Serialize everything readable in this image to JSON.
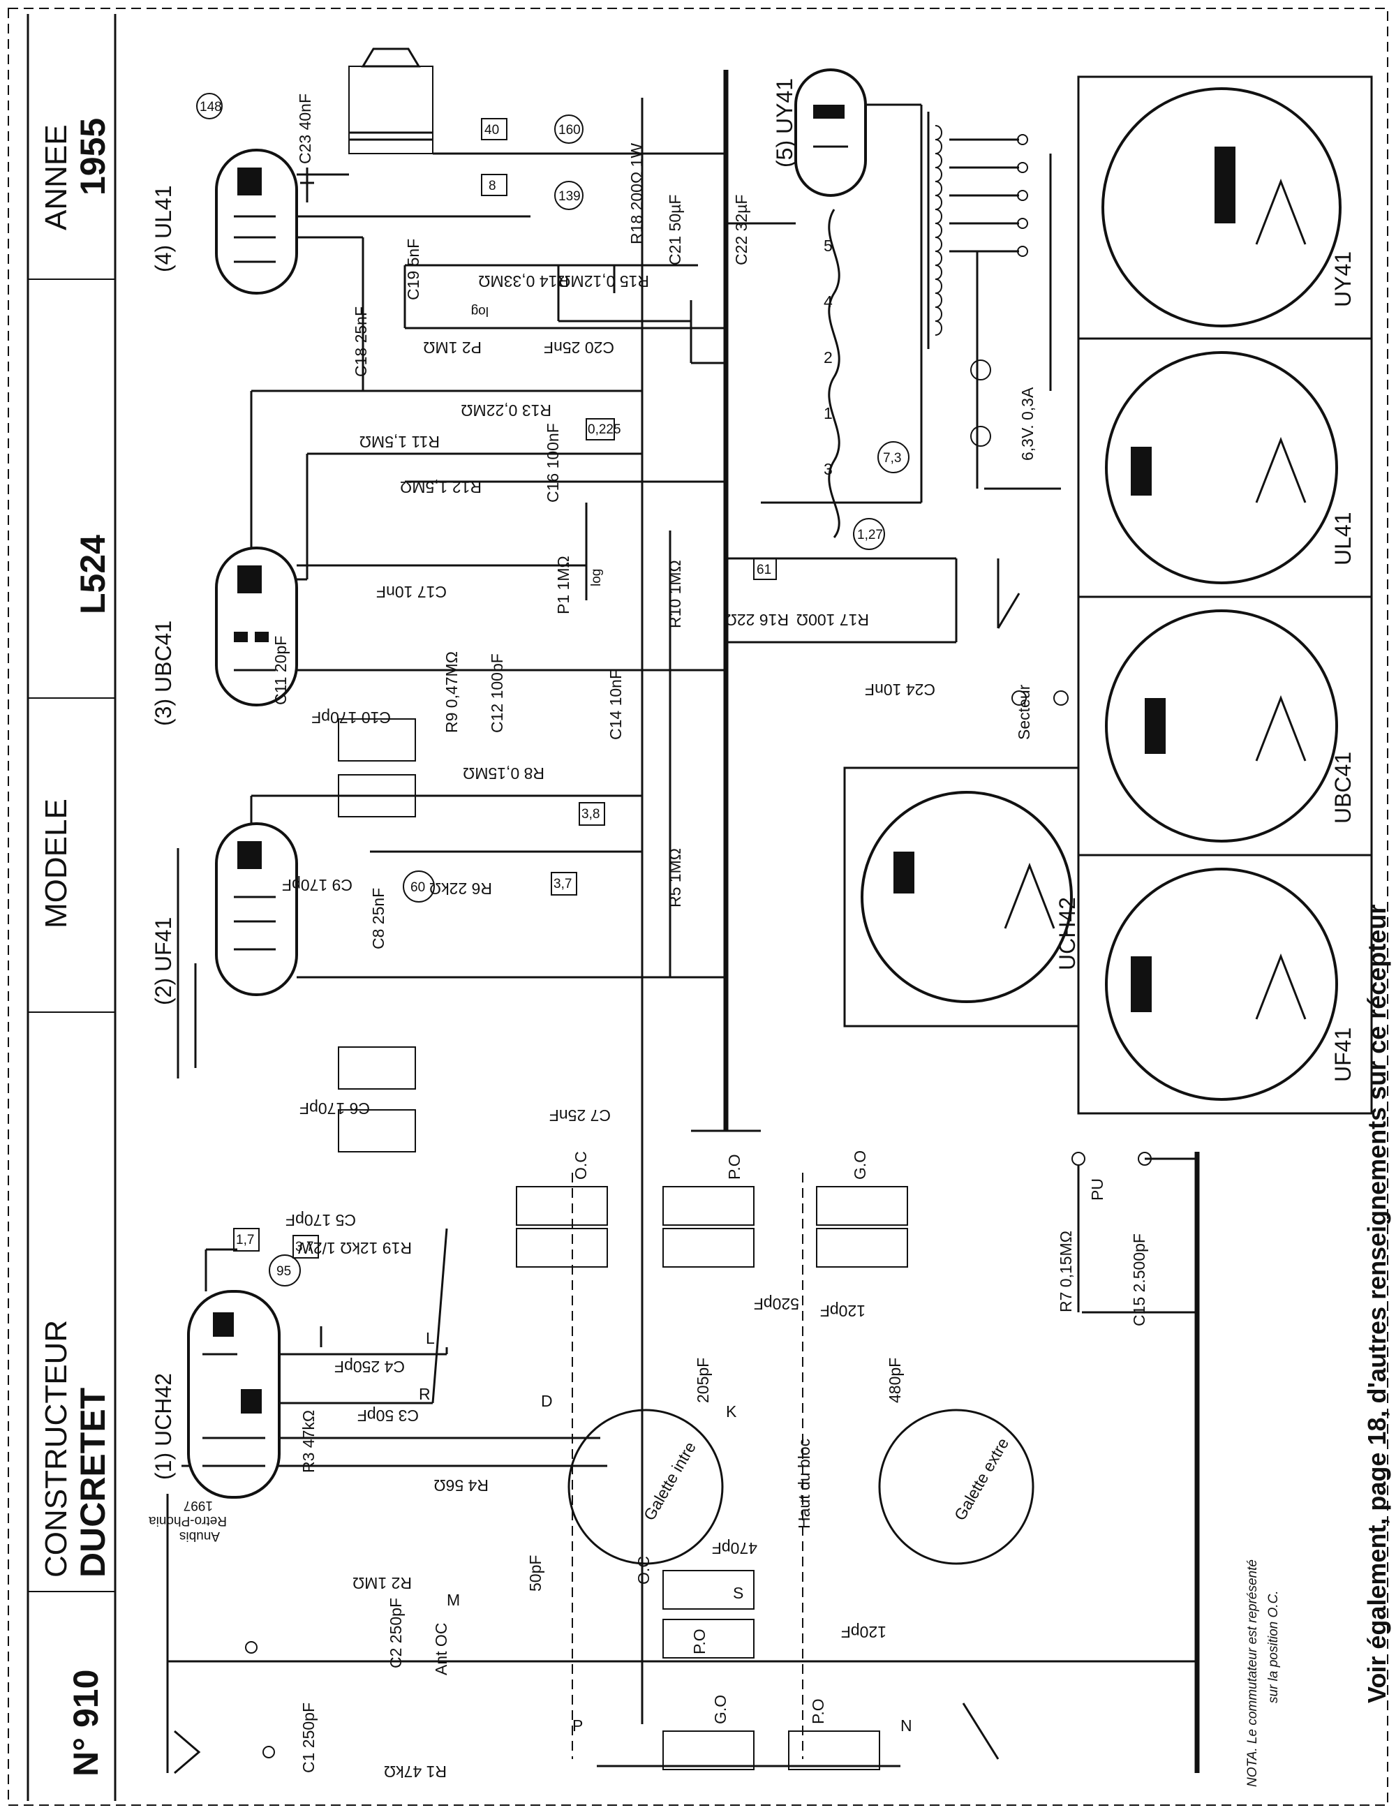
{
  "header": {
    "number": "N° 910",
    "constructeur_label": "CONSTRUCTEUR",
    "constructeur": "DUCRETET",
    "modele_label": "MODELE",
    "modele": "L524",
    "annee_label": "ANNEE",
    "annee": "1955"
  },
  "footer": {
    "see_also": "Voir également, page 18, d'autres renseignements sur ce récepteur",
    "nota": "NOTA. Le commutateur est représenté",
    "nota2": "sur la position O.C."
  },
  "stamp": {
    "line1": "Anubis",
    "line2": "Retro-Phonia",
    "line3": "1997"
  },
  "tubes": {
    "t1": "(1) UCH42",
    "t2": "(2) UF41",
    "t3": "(3) UBC41",
    "t4": "(4) UL41",
    "t5": "(5) UY41"
  },
  "bases": {
    "uy41": "UY41",
    "ul41": "UL41",
    "ubc41": "UBC41",
    "uch42": "UCH42",
    "uf41": "UF41"
  },
  "components": {
    "c1": "C1 250pF",
    "r1": "R1 47kΩ",
    "c2": "C2 250pF",
    "r2": "R2 1MΩ",
    "r3": "R3 47kΩ",
    "c3": "C3 50pF",
    "c4": "C4 250pF",
    "r4": "R4 56Ω",
    "c5": "C5 170pF",
    "c6": "C6 170pF",
    "c7": "C7 25nF",
    "c8": "C8 25nF",
    "r5": "R5 1MΩ",
    "r6": "R6 22kΩ",
    "c9": "C9 170pF",
    "c10": "C10 170pF",
    "c11": "C11 20pF",
    "r8": "R8 0,15MΩ",
    "r9": "R9 0,47MΩ",
    "c12": "C12 100pF",
    "c14": "C14 10nF",
    "r10": "R10 1MΩ",
    "c16": "C16 100nF",
    "p1": "P1 1MΩ",
    "p1log": "log",
    "c17": "C17 10nF",
    "r11": "R11 1,5MΩ",
    "r12": "R12 1,5MΩ",
    "r13": "R13 0,22MΩ",
    "r14": "R14 0,33MΩ",
    "r15": "R15 0,12MΩ",
    "c18": "C18 25nF",
    "c19": "C19 5nF",
    "p2": "P2 1MΩ",
    "p2log": "log",
    "c20": "C20 25nF",
    "c21": "C21 50µF",
    "c22": "C22 32µF",
    "r18": "R18 200Ω 1W",
    "c23": "C23 40nF",
    "r16": "R16 22Ω",
    "r17": "R17 100Ω",
    "c24": "C24 10nF",
    "r19": "R19 12kΩ 1/2W",
    "r7": "R7 0,15MΩ",
    "c15": "C15 2.500pF",
    "pu": "PU",
    "secteur": "Secteur",
    "lamps": "6,3V. 0,3A",
    "c205": "205pF",
    "c480": "480pF",
    "c470": "470pF",
    "c50": "50pF",
    "c120a": "120pF",
    "c120b": "120pF",
    "c520": "520pF",
    "galette_int": "Galette intre",
    "galette_ext": "Galette extre",
    "haut_bloc": "Haut du bloc",
    "ant_oc": "Ant OC",
    "oc1": "O.C",
    "po1": "P.O",
    "go1": "G.O",
    "oc2": "O.C",
    "po2": "P.O",
    "go2": "G.O",
    "po3": "P.O",
    "s_lbl": "S"
  },
  "values": {
    "v148": "148",
    "v160": "160",
    "v139": "139",
    "v40": "40",
    "v8": "8",
    "v0225": "0,225",
    "v73": "7,3",
    "v127": "1,27",
    "v61": "61",
    "v38": "3,8",
    "v37a": "3,7",
    "v60": "60",
    "v37b": "3,7",
    "v17": "1,7",
    "v95": "95"
  },
  "nodes": {
    "m": "M",
    "r": "R",
    "l": "L",
    "d": "D",
    "k": "K",
    "p": "P",
    "n": "N",
    "tap1": "1",
    "tap2": "2",
    "tap3": "3",
    "tap4": "4",
    "tap5": "5"
  }
}
